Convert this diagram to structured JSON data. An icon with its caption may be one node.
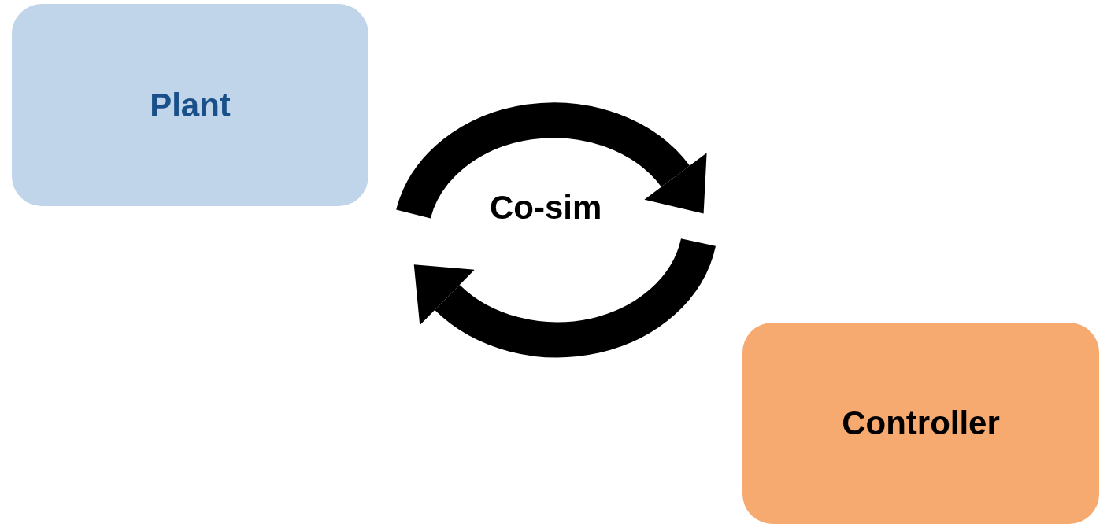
{
  "diagram": {
    "nodes": [
      {
        "text": [
          "Plant"
        ]
      },
      {
        "text": [
          "Controller"
        ]
      }
    ],
    "edges": [],
    "labels": [
      "Co-sim"
    ]
  }
}
